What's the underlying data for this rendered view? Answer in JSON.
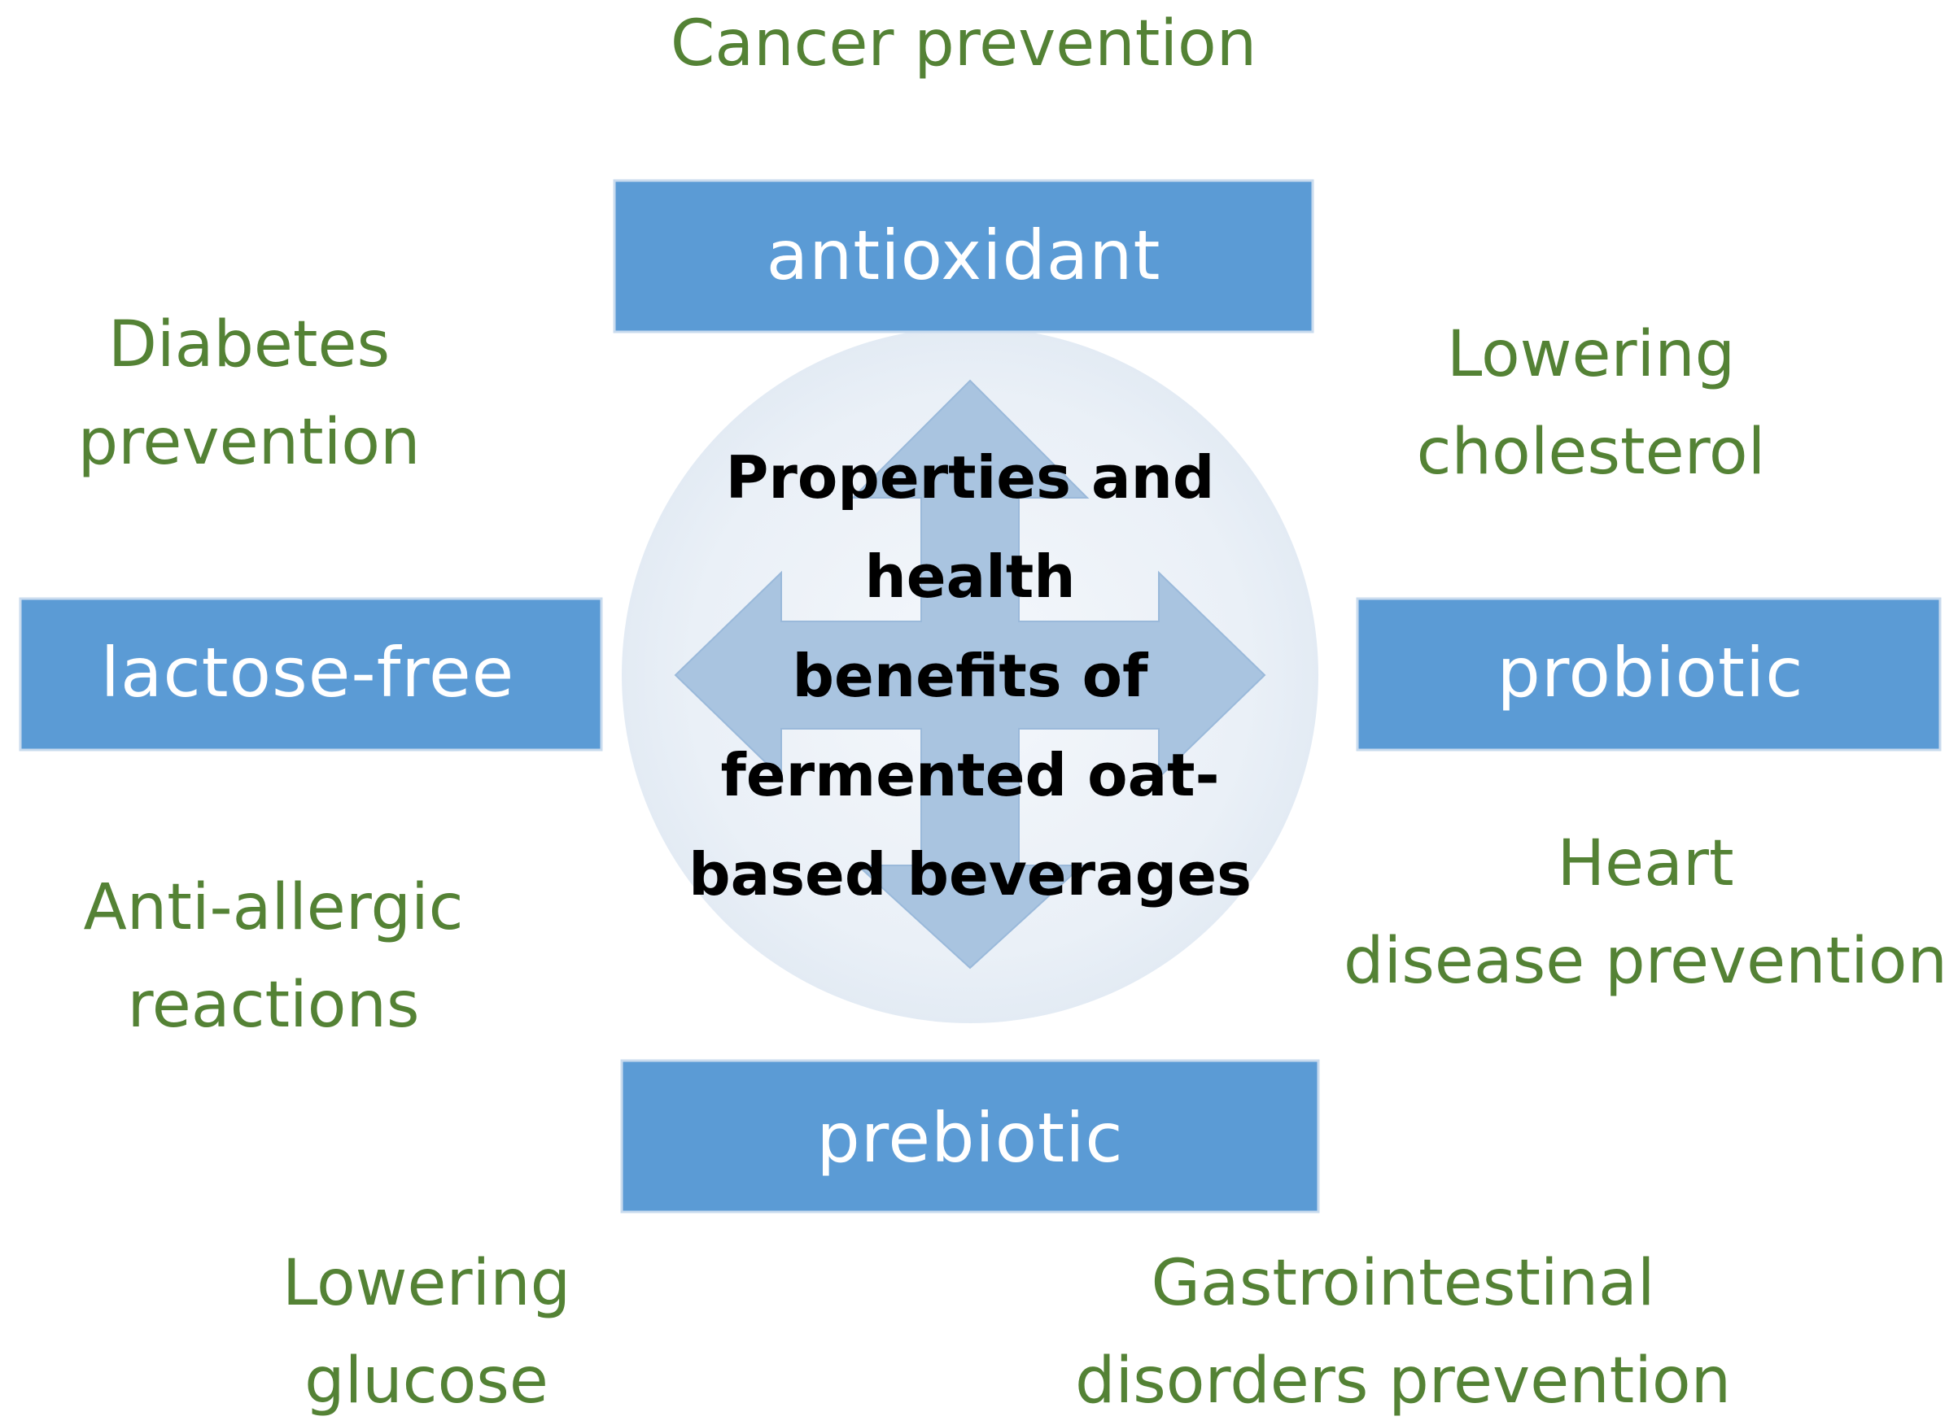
{
  "center": {
    "line1": "Properties and",
    "line2": "health",
    "line3": "benefits of",
    "line4": "fermented oat-",
    "line5": "based beverages"
  },
  "properties": {
    "top": "antioxidant",
    "left": "lactose-free",
    "right": "probiotic",
    "bottom": "prebiotic"
  },
  "benefits": {
    "cancer": {
      "line1": "Cancer prevention"
    },
    "diabetes": {
      "line1": "Diabetes",
      "line2": "prevention"
    },
    "cholesterol": {
      "line1": "Lowering",
      "line2": "cholesterol"
    },
    "allergic": {
      "line1": "Anti-allergic",
      "line2": "reactions"
    },
    "heart": {
      "line1": "Heart",
      "line2": "disease prevention"
    },
    "glucose": {
      "line1": "Lowering",
      "line2": "glucose"
    },
    "gastro": {
      "line1": "Gastrointestinal",
      "line2": "disorders prevention"
    }
  },
  "colors": {
    "box_fill": "#5b9bd5",
    "benefit_text": "#548235",
    "arrow_fill": "#a9c4e0",
    "circle_fill": "#e9eff6"
  }
}
